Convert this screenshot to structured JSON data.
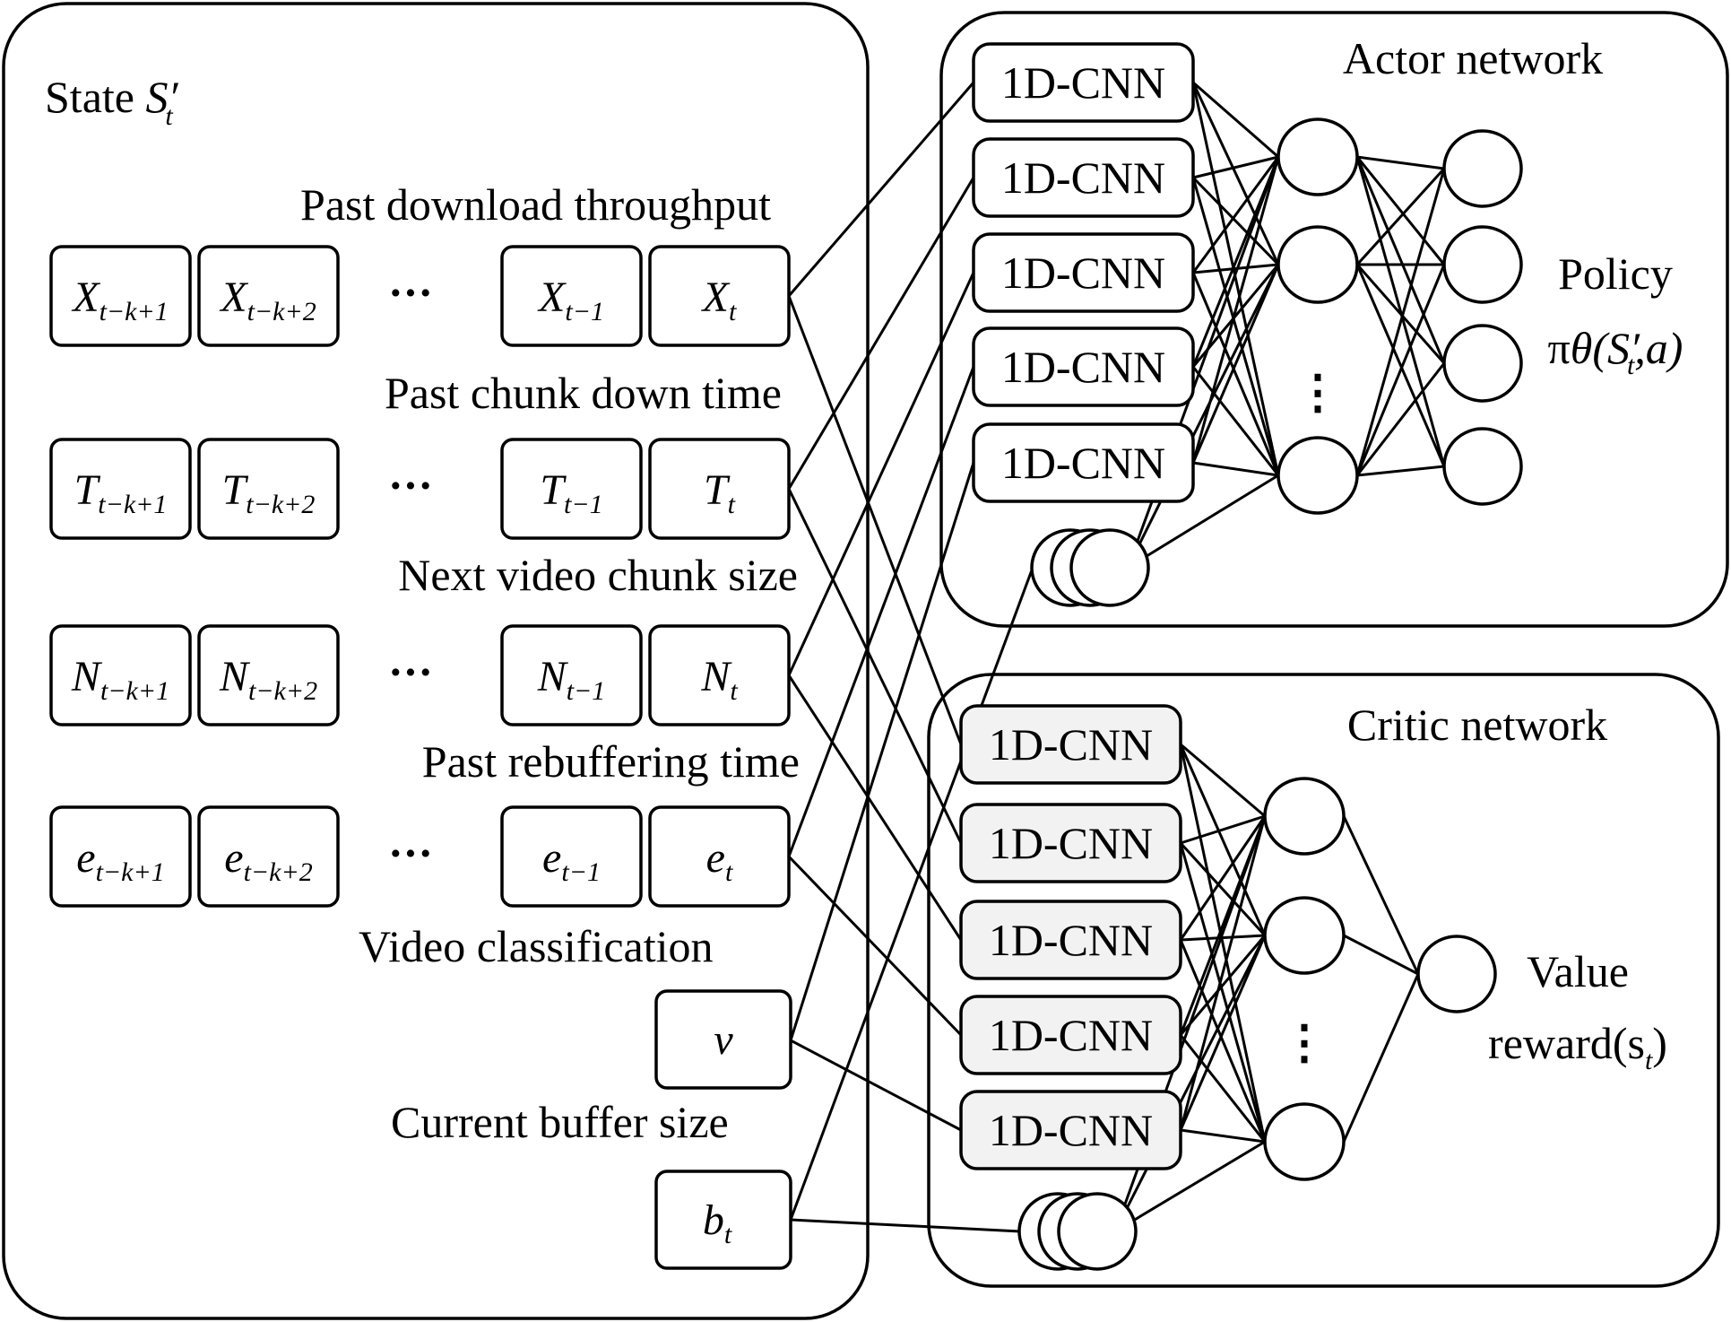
{
  "state_panel": {
    "title_prefix": "State ",
    "title_symbol": "S",
    "title_prime": "′",
    "title_sub": "t",
    "ellipsis": "···",
    "rows": [
      {
        "label": "Past download throughput",
        "cells": [
          {
            "base": "X",
            "sub": "t−k+1"
          },
          {
            "base": "X",
            "sub": "t−k+2"
          },
          {
            "base": "X",
            "sub": "t−1"
          },
          {
            "base": "X",
            "sub": "t"
          }
        ]
      },
      {
        "label": "Past  chunk down time",
        "cells": [
          {
            "base": "T",
            "sub": "t−k+1"
          },
          {
            "base": "T",
            "sub": "t−k+2"
          },
          {
            "base": "T",
            "sub": "t−1"
          },
          {
            "base": "T",
            "sub": "t"
          }
        ]
      },
      {
        "label": "Next video chunk size",
        "cells": [
          {
            "base": "N",
            "sub": "t−k+1"
          },
          {
            "base": "N",
            "sub": "t−k+2"
          },
          {
            "base": "N",
            "sub": "t−1"
          },
          {
            "base": "N",
            "sub": "t"
          }
        ]
      },
      {
        "label": "Past rebuffering time",
        "cells": [
          {
            "base": "e",
            "sub": "t−k+1"
          },
          {
            "base": "e",
            "sub": "t−k+2"
          },
          {
            "base": "e",
            "sub": "t−1"
          },
          {
            "base": "e",
            "sub": "t"
          }
        ]
      }
    ],
    "video_class": {
      "label": "Video classification",
      "base": "v",
      "sub": ""
    },
    "buffer": {
      "label": "Current buffer size",
      "base": "b",
      "sub": "t"
    }
  },
  "actor": {
    "title": "Actor network",
    "cnn_label": "1D-CNN",
    "output_label_1": "Policy",
    "output_label_2_prefix": "π",
    "output_label_2_theta": "θ",
    "output_label_2_args": "(S′",
    "output_label_2_sub": "t",
    "output_label_2_end": ",a)",
    "hidden_dots": "⋮"
  },
  "critic": {
    "title": "Critic network",
    "cnn_label": "1D-CNN",
    "output_label_1": "Value",
    "output_label_2_prefix": "reward(s",
    "output_label_2_sub": "t",
    "output_label_2_end": ")",
    "hidden_dots": "⋮"
  }
}
